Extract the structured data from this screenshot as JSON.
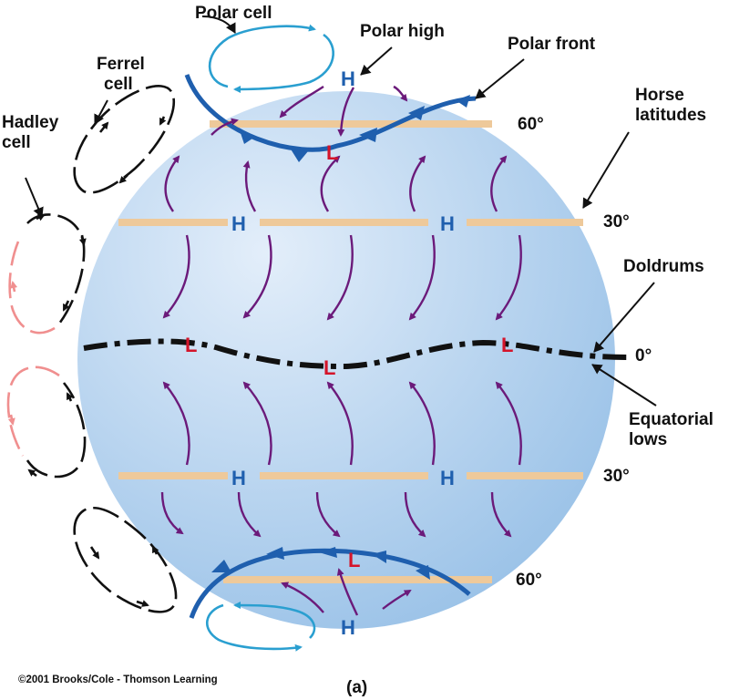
{
  "labels": {
    "polar_cell": "Polar cell",
    "polar_high": "Polar high",
    "polar_front": "Polar front",
    "ferrel_cell_line1": "Ferrel",
    "ferrel_cell_line2": "cell",
    "hadley_cell_line1": "Hadley",
    "hadley_cell_line2": "cell",
    "horse_latitudes_line1": "Horse",
    "horse_latitudes_line2": "latitudes",
    "doldrums": "Doldrums",
    "equatorial_lows_line1": "Equatorial",
    "equatorial_lows_line2": "lows"
  },
  "latitudes": {
    "lat_60_north": "60°",
    "lat_30_north": "30°",
    "lat_0": "0°",
    "lat_30_south": "30°",
    "lat_60_south": "60°"
  },
  "pressure_marks": {
    "high": "H",
    "low": "L"
  },
  "footer": {
    "copyright": "©2001 Brooks/Cole - Thomson Learning",
    "panel_label": "(a)"
  },
  "colors": {
    "globe": "#b7d3ee",
    "latitude_band": "#eec99a",
    "wind_arrow": "#6b1a7a",
    "front": "#1f5fae",
    "high": "#1f5fae",
    "low": "#d4142a",
    "polar_cell_loop": "#2a9fd0",
    "hadley_return": "#f08f8f"
  }
}
